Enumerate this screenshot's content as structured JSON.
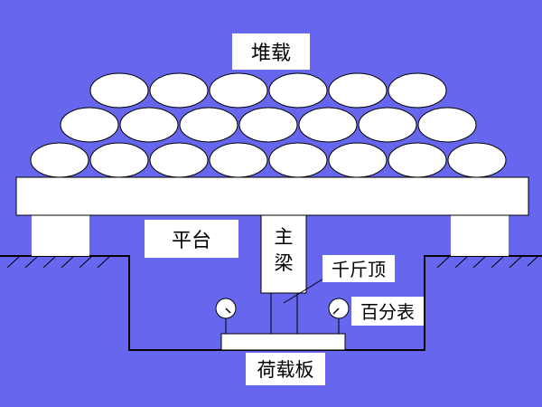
{
  "colors": {
    "background": "#6666ee",
    "fill": "#ffffff",
    "stroke": "#000000"
  },
  "labels": {
    "surcharge": "堆载",
    "platform": "平台",
    "main_beam_1": "主",
    "main_beam_2": "梁",
    "jack": "千斤顶",
    "dial_gauge": "百分表",
    "load_plate": "荷载板"
  }
}
